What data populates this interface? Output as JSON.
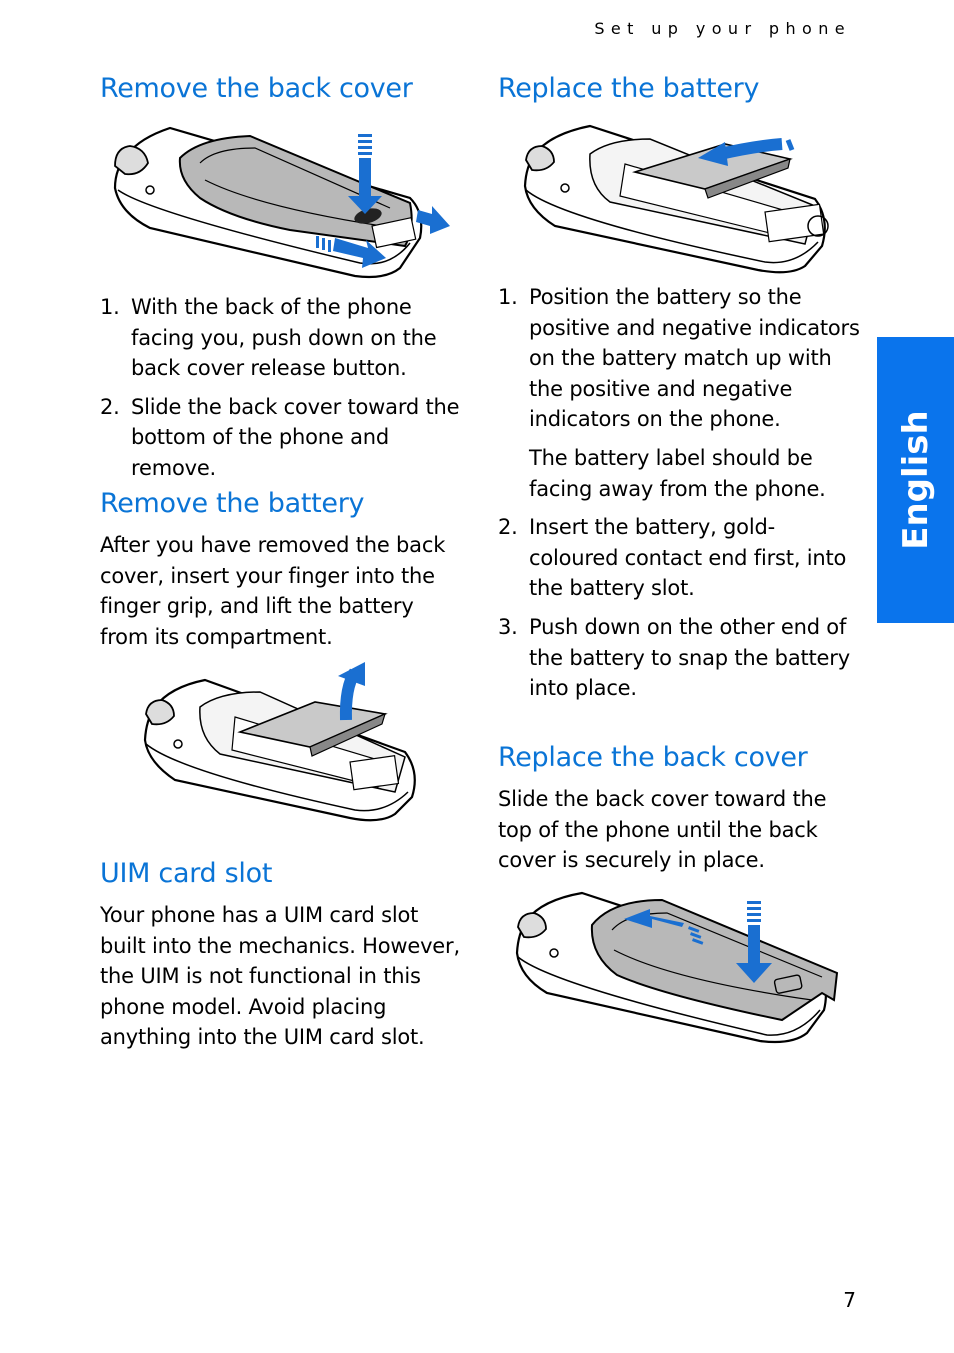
{
  "header": {
    "running_head": "Set up your phone"
  },
  "tab": {
    "label": "English"
  },
  "page_number": "7",
  "left": {
    "remove_back_cover": {
      "heading": "Remove the back cover",
      "steps": [
        {
          "num": "1.",
          "text": "With the back of the phone facing you, push down on the back cover release button."
        },
        {
          "num": "2.",
          "text": "Slide the back cover toward the bottom of the phone and remove."
        }
      ]
    },
    "remove_battery": {
      "heading": "Remove the battery",
      "body": "After you have removed the back cover, insert your finger into the finger grip, and lift the battery from its compartment."
    },
    "uim_card_slot": {
      "heading": "UIM card slot",
      "body": "Your phone has a UIM card slot built into the mechanics. However, the UIM is not functional in this phone model. Avoid placing anything into the UIM card slot."
    }
  },
  "right": {
    "replace_battery": {
      "heading": "Replace the battery",
      "steps": [
        {
          "num": "1.",
          "text": "Position the battery so the positive and negative indicators on the battery match up with the positive and negative indicators on the phone."
        },
        {
          "num": "2.",
          "text": "Insert the battery, gold-coloured contact end first, into the battery slot."
        },
        {
          "num": "3.",
          "text": "Push down on the other end of the battery to snap the battery into place."
        }
      ],
      "note": "The battery label should be facing away from the phone."
    },
    "replace_back_cover": {
      "heading": "Replace the back cover",
      "body": "Slide the back cover toward the top of the phone until the back cover is securely in place."
    }
  },
  "colors": {
    "heading_blue": "#0a74d6",
    "tab_blue": "#0a74ec",
    "arrow_blue": "#1a6fd1"
  }
}
